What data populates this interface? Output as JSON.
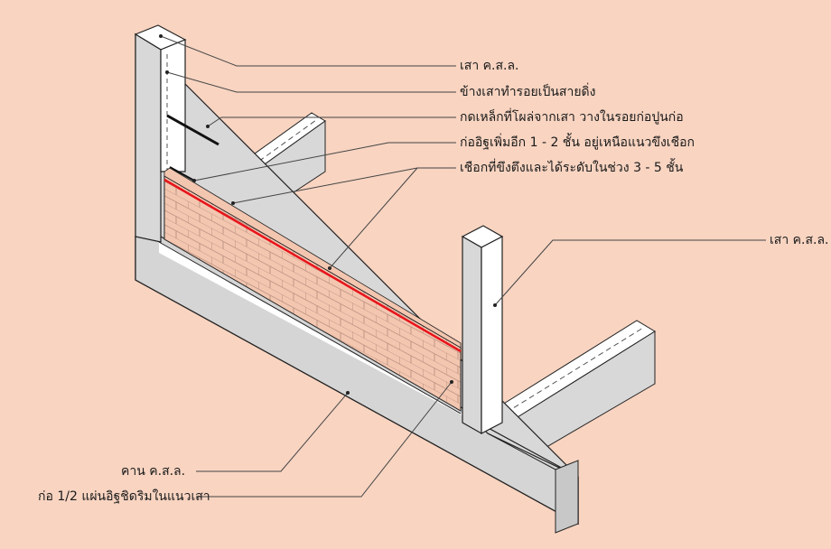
{
  "labels": {
    "column_top": "เสา ค.ส.ล.",
    "column_groove": "ข้างเสาทำรอยเป็นสายดิ่ง",
    "tie_bar": "กดเหล็กที่โผล่จากเสา วางในรอยก่อปูนก่อ",
    "extra_courses": "ก่ออิฐเพิ่มอีก 1 - 2 ชั้น อยู่เหนือแนวขึงเชือก",
    "string_line": "เชือกที่ขึงตึงและได้ระดับในช่วง 3 - 5 ชั้น",
    "column_right": "เสา ค.ส.ล.",
    "beam": "คาน ค.ส.ล.",
    "half_brick": "ก่อ 1/2 แผ่นอิฐชิดริมในแนวเสา"
  },
  "colors": {
    "background": "#f8d4c1",
    "concrete_face": "#d8d8d8",
    "concrete_light": "#ffffff",
    "brick": "#f3c6b0",
    "string_line": "#e8131b"
  }
}
